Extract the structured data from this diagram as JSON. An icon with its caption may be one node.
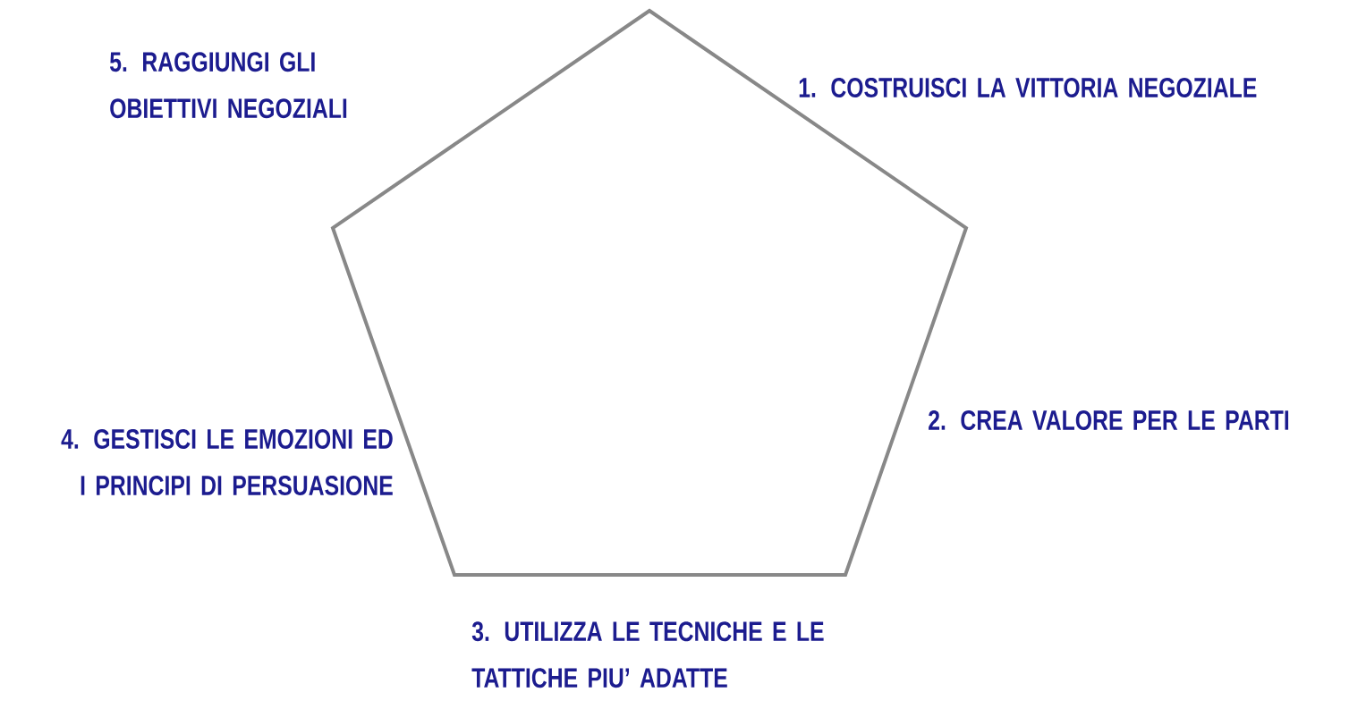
{
  "diagram": {
    "labels": [
      "5. RAGGIUNGI GLI OBIETTIVI NEGOZIALI",
      "1. COSTRUISCI LA VITTORIA NEGOZIALE",
      "2. CREA VALORE PER LE PARTI",
      "4. GESTISCI LE EMOZIONI ED I PRINCIPI DI PERSUASIONE",
      "3. UTILIZZA LE TECNICHE E LE TATTICHE PIU’ ADATTE"
    ]
  }
}
